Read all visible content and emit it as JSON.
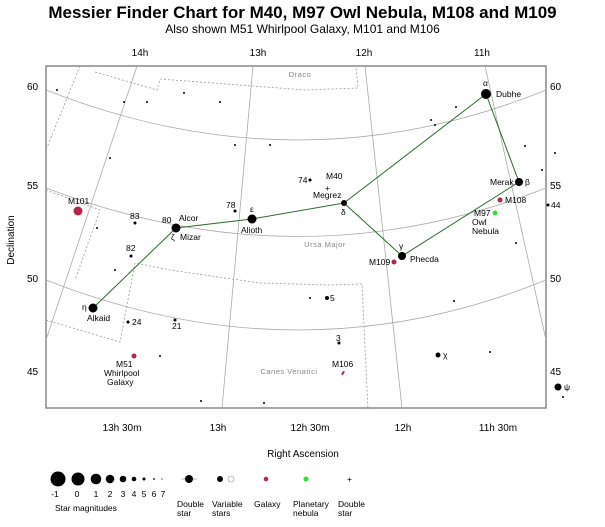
{
  "title": "Messier Finder Chart for M40, M97 Owl Nebula, M108 and M109",
  "subtitle": "Also shown M51 Whirlpool Galaxy, M101 and M106",
  "axes": {
    "top_ra": [
      "14h",
      "13h",
      "12h",
      "11h"
    ],
    "bottom_ra": [
      "13h 30m",
      "13h",
      "12h 30m",
      "12h",
      "11h 30m"
    ],
    "dec_left": [
      "60",
      "55",
      "50",
      "45"
    ],
    "dec_right": [
      "60",
      "55",
      "50",
      "45"
    ],
    "degree_sign": "0",
    "xlabel": "Right Ascension",
    "ylabel": "Declination"
  },
  "constellations": [
    "Draco",
    "Ursa Major",
    "Canes Venatici"
  ],
  "stars": {
    "dubhe": {
      "name": "Dubhe",
      "greek": "α"
    },
    "merak": {
      "name": "Merak",
      "greek": "β"
    },
    "phecda": {
      "name": "Phecda",
      "greek": "γ"
    },
    "megrez": {
      "name": "Megrez",
      "greek": "δ"
    },
    "alioth": {
      "name": "Alioth",
      "greek": "ε"
    },
    "mizar": {
      "name": "Mizar",
      "greek": "ζ"
    },
    "alcor": {
      "name": "Alcor",
      "num": "80"
    },
    "alkaid": {
      "name": "Alkaid",
      "greek": "η"
    },
    "chi": {
      "greek": "χ"
    },
    "psi": {
      "greek": "ψ"
    },
    "n74": "74",
    "n78": "78",
    "n83": "83",
    "n82": "82",
    "n24": "24",
    "n21": "21",
    "n5": "5",
    "n3": "3",
    "n44": "44"
  },
  "objects": {
    "m40": "M40",
    "m97": [
      "M97",
      "Owl",
      "Nebula"
    ],
    "m108": "M108",
    "m109": "M109",
    "m101": "M101",
    "m51": [
      "M51",
      "Whirlpool",
      "Galaxy"
    ],
    "m106": "M106"
  },
  "legend": {
    "magnitudes": [
      "-1",
      "0",
      "1",
      "2",
      "3",
      "4",
      "5",
      "6",
      "7"
    ],
    "magnitudes_label": "Star magnitudes",
    "double_star": [
      "Double",
      "star"
    ],
    "variable_stars": [
      "Variable",
      "stars"
    ],
    "galaxy": "Galaxy",
    "planetary_nebula": [
      "Planetary",
      "nebula"
    ],
    "double_star2": [
      "Double",
      "star"
    ]
  },
  "colors": {
    "galaxy": "#b5254a",
    "planetary_nebula": "#33dd33",
    "asterism": "#2a6a2a",
    "grid": "#aaaaaa",
    "frame": "#888888"
  }
}
